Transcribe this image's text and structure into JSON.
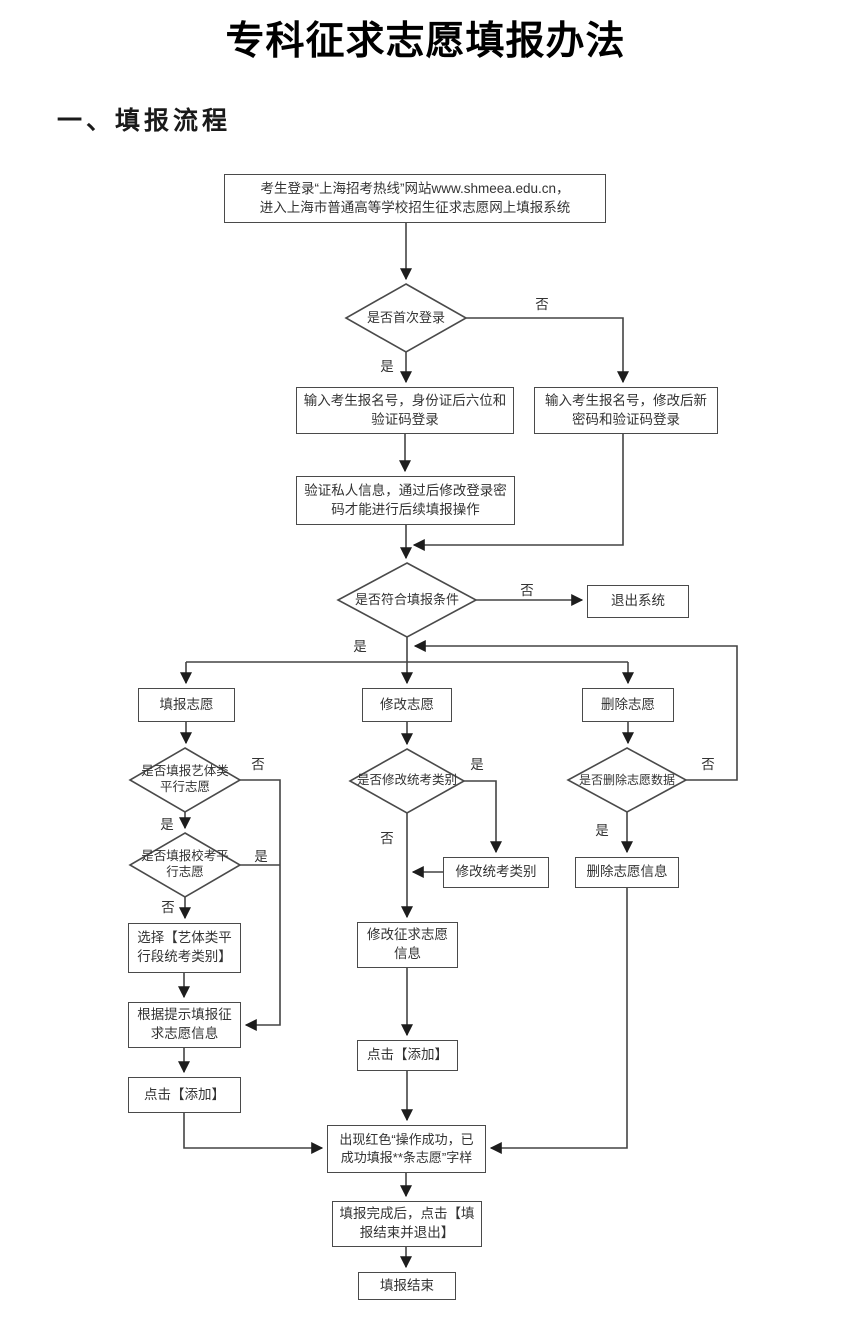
{
  "page": {
    "title": "专科征求志愿填报办法",
    "section_heading": "一、填报流程"
  },
  "colors": {
    "line": "#444444",
    "box_border": "#4a4a4a",
    "text": "#333333",
    "background": "#ffffff"
  },
  "flowchart": {
    "labels": {
      "yes": "是",
      "no": "否"
    },
    "nodes": {
      "login": "考生登录“上海招考热线”网站www.shmeea.edu.cn，\n进入上海市普通高等学校招生征求志愿网上填报系统",
      "first_login_q": "是否首次登录",
      "input_first": "输入考生报名号，身份证后六位和\n验证码登录",
      "input_returning": "输入考生报名号，修改后新\n密码和验证码登录",
      "verify": "验证私人信息，通过后修改登录密\n码才能进行后续填报操作",
      "eligible_q": "是否符合填报条件",
      "exit_system": "退出系统",
      "fill_volunteer": "填报志愿",
      "modify_volunteer": "修改志愿",
      "delete_volunteer": "删除志愿",
      "art_parallel_q": "是否填报艺体类\n平行志愿",
      "school_parallel_q": "是否填报校考平\n行志愿",
      "select_category": "选择【艺体类平\n行段统考类别】",
      "fill_per_prompt": "根据提示填报征\n求志愿信息",
      "click_add_left": "点击【添加】",
      "modify_category_q": "是否修改统考类别",
      "modify_category": "修改统考类别",
      "modify_info": "修改征求志愿\n信息",
      "click_add_mid": "点击【添加】",
      "delete_data_q": "是否删除志愿数据",
      "delete_info": "删除志愿信息",
      "success_message": "出现红色“操作成功，已\n成功填报**条志愿”字样",
      "finish_and_exit": "填报完成后，点击【填\n报结束并退出】",
      "end": "填报结束"
    },
    "edges": [
      {
        "from": "login",
        "to": "first_login_q",
        "label": ""
      },
      {
        "from": "first_login_q",
        "to": "input_first",
        "label": "是"
      },
      {
        "from": "first_login_q",
        "to": "input_returning",
        "label": "否"
      },
      {
        "from": "input_first",
        "to": "verify",
        "label": ""
      },
      {
        "from": "input_returning",
        "to": "eligible_q",
        "label": ""
      },
      {
        "from": "verify",
        "to": "eligible_q",
        "label": ""
      },
      {
        "from": "eligible_q",
        "to": "exit_system",
        "label": "否"
      },
      {
        "from": "eligible_q",
        "to": "fill_volunteer/modify_volunteer/delete_volunteer",
        "label": "是"
      },
      {
        "from": "fill_volunteer",
        "to": "art_parallel_q",
        "label": ""
      },
      {
        "from": "art_parallel_q",
        "to": "school_parallel_q",
        "label": "是"
      },
      {
        "from": "art_parallel_q",
        "to": "fill_per_prompt",
        "label": "否"
      },
      {
        "from": "school_parallel_q",
        "to": "fill_per_prompt",
        "label": "是"
      },
      {
        "from": "school_parallel_q",
        "to": "select_category",
        "label": "否"
      },
      {
        "from": "select_category",
        "to": "fill_per_prompt",
        "label": ""
      },
      {
        "from": "fill_per_prompt",
        "to": "click_add_left",
        "label": ""
      },
      {
        "from": "click_add_left",
        "to": "success_message",
        "label": ""
      },
      {
        "from": "modify_volunteer",
        "to": "modify_category_q",
        "label": ""
      },
      {
        "from": "modify_category_q",
        "to": "modify_category",
        "label": "是"
      },
      {
        "from": "modify_category_q",
        "to": "modify_info",
        "label": "否"
      },
      {
        "from": "modify_category",
        "to": "modify_info",
        "label": ""
      },
      {
        "from": "modify_info",
        "to": "click_add_mid",
        "label": ""
      },
      {
        "from": "click_add_mid",
        "to": "success_message",
        "label": ""
      },
      {
        "from": "delete_volunteer",
        "to": "delete_data_q",
        "label": ""
      },
      {
        "from": "delete_data_q",
        "to": "delete_info",
        "label": "是"
      },
      {
        "from": "delete_data_q",
        "to": "eligible_q",
        "label": "否"
      },
      {
        "from": "delete_info",
        "to": "success_message",
        "label": ""
      },
      {
        "from": "success_message",
        "to": "finish_and_exit",
        "label": ""
      },
      {
        "from": "finish_and_exit",
        "to": "end",
        "label": ""
      }
    ]
  }
}
